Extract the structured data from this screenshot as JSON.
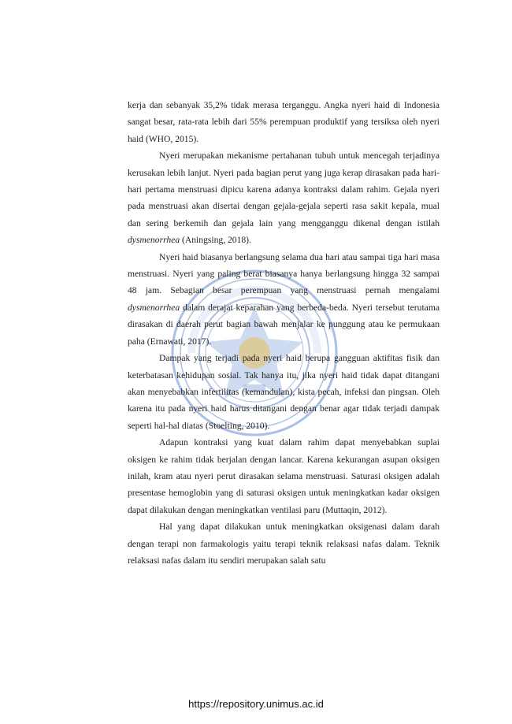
{
  "paragraphs": [
    {
      "indent": false,
      "text": "kerja dan sebanyak 35,2% tidak merasa terganggu. Angka nyeri haid di Indonesia sangat besar, rata-rata lebih dari 55% perempuan produktif yang tersiksa oleh nyeri haid (WHO, 2015)."
    },
    {
      "indent": true,
      "before": "Nyeri merupakan mekanisme pertahanan tubuh untuk mencegah terjadinya kerusakan lebih lanjut. Nyeri pada bagian perut yang juga kerap dirasakan pada hari-hari pertama menstruasi dipicu karena adanya kontraksi dalam rahim. Gejala nyeri pada menstruasi akan disertai dengan gejala-gejala seperti rasa sakit kepala, mual dan sering berkemih dan gejala lain yang mengganggu dikenal dengan istilah ",
      "emph": "dysmenorrhea",
      "after": " (Aningsing, 2018)."
    },
    {
      "indent": true,
      "before": "Nyeri haid biasanya berlangsung selama dua hari atau sampai tiga hari masa menstruasi. Nyeri yang paling berat biasanya hanya berlangsung hingga 32 sampai 48 jam. Sebagian besar perempuan yang menstruasi pernah mengalami ",
      "emph": "dysmenorrhea",
      "after": " dalam derajat keparahan yang berbeda-beda. Nyeri tersebut terutama dirasakan di daerah perut bagian bawah menjalar ke punggung atau ke permukaan paha (Ernawati, 2017)."
    },
    {
      "indent": true,
      "text": "Dampak yang terjadi pada nyeri haid berupa gangguan aktifitas fisik dan keterbatasan kehidupan sosial. Tak hanya itu, jika nyeri haid tidak dapat ditangani akan menyebabkan infertilitas (kemandulan), kista pecah, infeksi dan pingsan. Oleh karena itu pada nyeri haid harus ditangani dengan benar agar tidak terjadi dampak seperti hal-hal diatas (Stoelting, 2010)."
    },
    {
      "indent": true,
      "text": "Adapun kontraksi yang kuat dalam rahim dapat menyebabkan suplai oksigen ke rahim tidak berjalan dengan lancar. Karena kekurangan asupan oksigen inilah, kram atau nyeri perut dirasakan selama menstruasi. Saturasi oksigen adalah presentase hemoglobin yang di saturasi oksigen untuk meningkatkan kadar oksigen dapat dilakukan dengan meningkatkan ventilasi paru (Muttaqin, 2012)."
    },
    {
      "indent": true,
      "text": "Hal yang dapat dilakukan untuk meningkatkan oksigenasi dalam darah dengan terapi non farmakologis yaitu terapi teknik relaksasi nafas dalam. Teknik relaksasi nafas dalam itu sendiri merupakan salah satu"
    }
  ],
  "footer": {
    "url": "https://repository.unimus.ac.id"
  },
  "watermark": {
    "logo": "unimus-university-seal",
    "color": "#3f6fc1"
  }
}
